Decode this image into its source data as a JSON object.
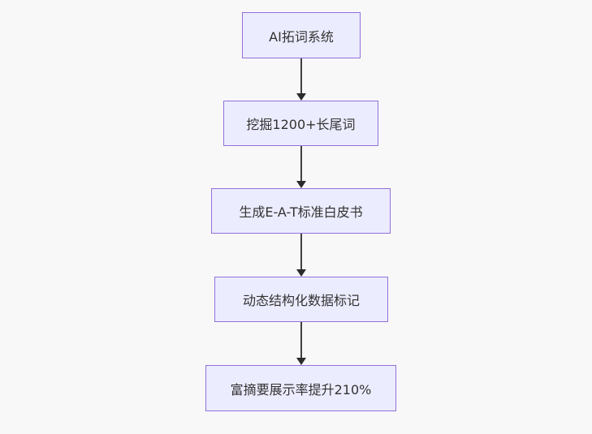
{
  "diagram": {
    "type": "flowchart",
    "direction": "top-down",
    "nodes": [
      {
        "id": "A",
        "label": "AI拓词系统"
      },
      {
        "id": "B",
        "label": "挖掘1200+长尾词"
      },
      {
        "id": "C",
        "label": "生成E-A-T标准白皮书"
      },
      {
        "id": "D",
        "label": "动态结构化数据标记"
      },
      {
        "id": "E",
        "label": "富摘要展示率提升210%"
      }
    ],
    "edges": [
      {
        "from": "A",
        "to": "B",
        "style": "arrow"
      },
      {
        "from": "B",
        "to": "C",
        "style": "arrow"
      },
      {
        "from": "C",
        "to": "D",
        "style": "arrow"
      },
      {
        "from": "D",
        "to": "E",
        "style": "arrow"
      }
    ],
    "colors": {
      "node_fill": "#ECECFF",
      "node_border": "#9370DB",
      "edge_line": "#3f3f3f",
      "arrowhead": "#2b2b2b",
      "text": "#333333",
      "background": "#f8f8f8"
    }
  }
}
